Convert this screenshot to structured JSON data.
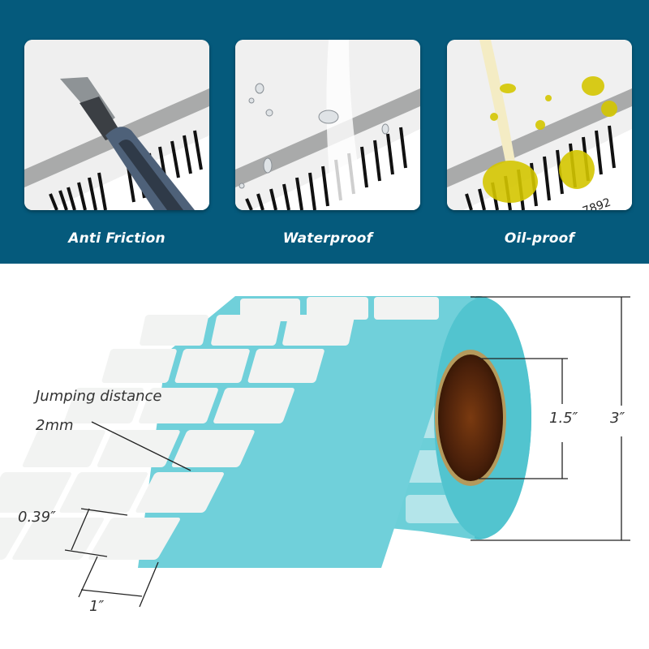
{
  "features": [
    {
      "label": "Anti Friction",
      "icon": "utility-knife-on-barcode"
    },
    {
      "label": "Waterproof",
      "icon": "water-drops-on-barcode"
    },
    {
      "label": "Oil-proof",
      "icon": "oil-drops-on-barcode"
    }
  ],
  "barcode_digits_visible": "7892",
  "product": {
    "name": "label-roll",
    "labels_per_row": 3,
    "label_color": "#f2f3f2",
    "liner_color": "#5cc8d4",
    "core_color": "#5a2a0c"
  },
  "dimensions": {
    "jumping_distance_label": "Jumping distance",
    "jumping_distance_value": "2mm",
    "label_height": "0.39″",
    "label_width": "1″",
    "core_diameter": "1.5″",
    "roll_diameter": "3″"
  },
  "colors": {
    "band": "#055a7c",
    "text_light": "#ffffff",
    "text_dark": "#333333"
  }
}
